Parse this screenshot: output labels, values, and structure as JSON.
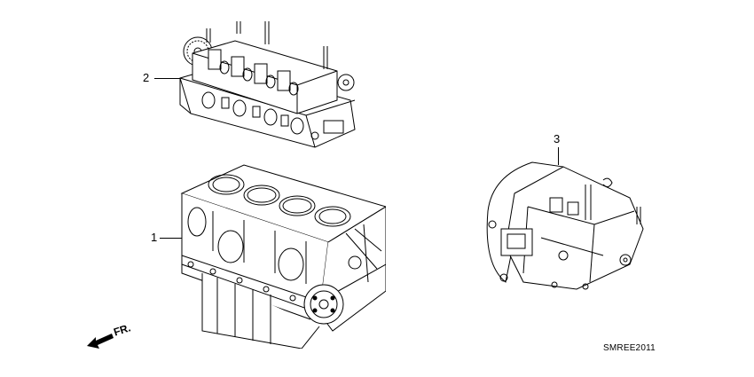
{
  "diagram": {
    "type": "parts-exploded-view",
    "diagram_code": "SMREE2011",
    "direction_indicator": {
      "label": "FR.",
      "meaning": "front direction arrow"
    },
    "parts": [
      {
        "callout": "2",
        "name": "cylinder-head-assembly"
      },
      {
        "callout": "1",
        "name": "engine-block-assembly"
      },
      {
        "callout": "3",
        "name": "transmission-assembly"
      }
    ]
  },
  "colors": {
    "line": "#000000",
    "background": "#ffffff"
  }
}
